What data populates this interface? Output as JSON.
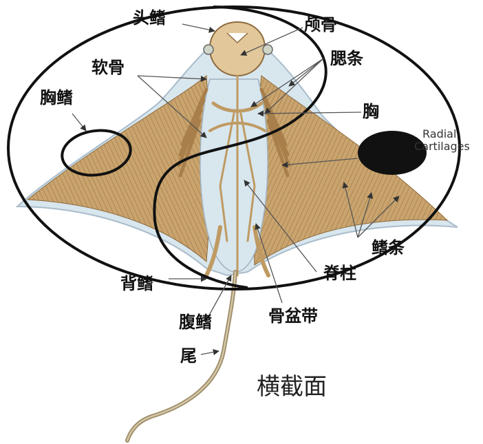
{
  "labels": {
    "cephalic_fin": "头鳍",
    "jaw": "颅骨",
    "cartilage": "软骨",
    "gill_arch": "腮条",
    "pectoral_fin": "胸鳍",
    "chest": "胸",
    "radial_cartilages_line1": "Radial",
    "radial_cartilages_line2": "Cartilages",
    "fin_rays": "鳍条",
    "dorsal_fin": "背鳍",
    "spine": "脊柱",
    "pelvic_fin": "腹鳍",
    "pelvic_girdle": "骨盆带",
    "tail": "尾",
    "cross_section": "横截面"
  },
  "colors": {
    "fin_tan": "#c9a46e",
    "fin_dark": "#a87f4a",
    "body_blue": "#d8e6ee",
    "outline": "#111111",
    "bone": "#e2c79a"
  }
}
